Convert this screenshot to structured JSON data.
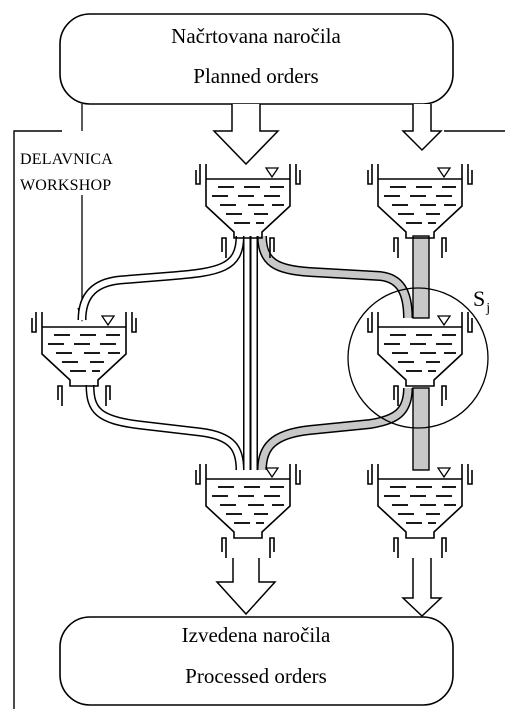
{
  "top_box": {
    "line1": "Načrtovana naročila",
    "line2": "Planned orders"
  },
  "bottom_box": {
    "line1": "Izvedena naročila",
    "line2": "Processed orders"
  },
  "workshop": {
    "line1": "DELAVNICA",
    "line2": "WORKSHOP"
  },
  "subsystem_label": {
    "main": "S",
    "sub": "j"
  },
  "colors": {
    "line": "#000000",
    "background": "#ffffff",
    "highlight_pipe": "#c8c8c8"
  },
  "tank_icon": "water-level-triangle-icon"
}
